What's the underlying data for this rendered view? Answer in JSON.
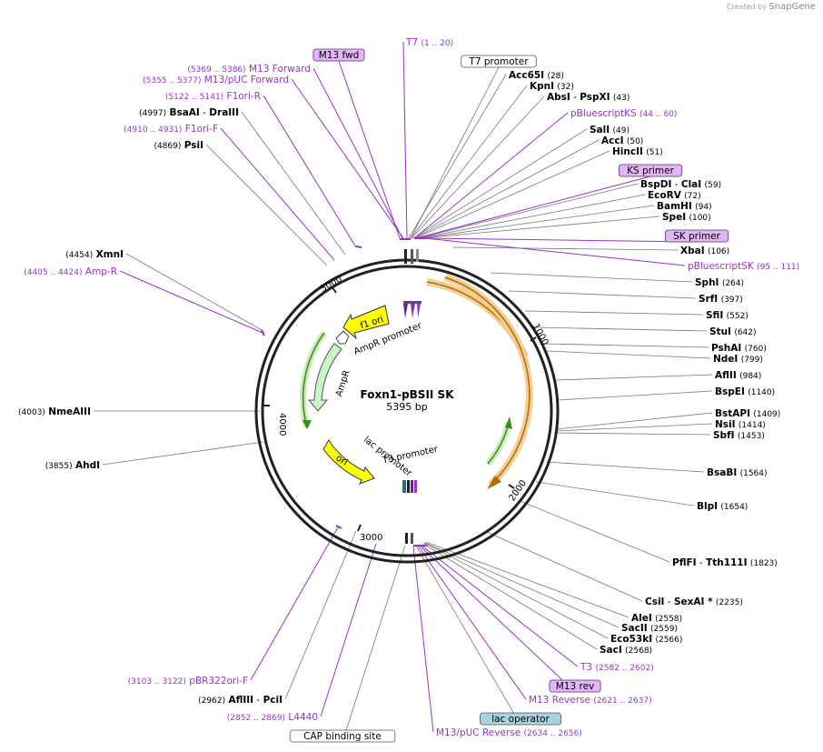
{
  "watermark": {
    "prefix": "Created by",
    "brand": "SnapGene"
  },
  "plasmid": {
    "name": "Foxn1-pBSII SK",
    "size_label": "5395 bp",
    "length": 5395
  },
  "ticks": [
    "1000",
    "2000",
    "3000",
    "4000",
    "5000"
  ],
  "colors": {
    "primer": "#9932cc",
    "primer_bg": "#e2b6f5",
    "gray_bg": "#ffffff",
    "operator_bg": "#a8d2dc",
    "enzyme": "#000000",
    "line": "#777777",
    "orange": "#e8a33c",
    "green": "#3a8a1c",
    "f1_yellow": "#ffff00",
    "ampr": "#c9f5c9",
    "backbone": "#222222"
  },
  "feature_labels": {
    "f1_ori": "f1 ori",
    "ampr_promoter": "AmpR promoter",
    "ampr": "AmpR",
    "ori": "ori",
    "lac_promoter": "lac promoter",
    "t3_promoter": "T3 promoter"
  },
  "labels": [
    {
      "kind": "primer-box",
      "name": "M13 fwd"
    },
    {
      "kind": "primer",
      "name": "T7",
      "range": "(1 .. 20)"
    },
    {
      "kind": "feature-box",
      "name": "T7 promoter"
    },
    {
      "kind": "primer",
      "name": "M13 Forward",
      "range": "(5369 .. 5386)"
    },
    {
      "kind": "primer",
      "name": "M13/pUC Forward",
      "range": "(5355 .. 5377)"
    },
    {
      "kind": "primer",
      "name": "F1ori-R",
      "range": "(5122 .. 5141)"
    },
    {
      "kind": "enzyme",
      "name": "BsaAI",
      "name2": "DraIII",
      "pos": "(4997)"
    },
    {
      "kind": "primer",
      "name": "F1ori-F",
      "range": "(4910 .. 4931)"
    },
    {
      "kind": "enzyme",
      "name": "PsiI",
      "pos": "(4869)"
    },
    {
      "kind": "enzyme",
      "name": "XmnI",
      "pos": "(4454)"
    },
    {
      "kind": "primer",
      "name": "Amp-R",
      "range": "(4405 .. 4424)"
    },
    {
      "kind": "enzyme",
      "name": "NmeAIII",
      "pos": "(4003)"
    },
    {
      "kind": "enzyme",
      "name": "AhdI",
      "pos": "(3855)"
    },
    {
      "kind": "primer",
      "name": "pBR322ori-F",
      "range": "(3103 .. 3122)"
    },
    {
      "kind": "enzyme",
      "name": "AflIII",
      "name2": "PciI",
      "pos": "(2962)"
    },
    {
      "kind": "primer",
      "name": "L4440",
      "range": "(2852 .. 2869)"
    },
    {
      "kind": "feature-box",
      "name": "CAP binding site"
    },
    {
      "kind": "primer",
      "name": "M13/pUC Reverse",
      "range": "(2634 .. 2656)"
    },
    {
      "kind": "operator-box",
      "name": "lac operator"
    },
    {
      "kind": "primer",
      "name": "M13 Reverse",
      "range": "(2621 .. 2637)"
    },
    {
      "kind": "primer-box",
      "name": "M13 rev"
    },
    {
      "kind": "primer",
      "name": "T3",
      "range": "(2582 .. 2602)"
    },
    {
      "kind": "enzyme",
      "name": "SacI",
      "pos": "(2568)"
    },
    {
      "kind": "enzyme",
      "name": "Eco53kI",
      "pos": "(2566)"
    },
    {
      "kind": "enzyme",
      "name": "SacII",
      "pos": "(2559)"
    },
    {
      "kind": "enzyme",
      "name": "AleI",
      "pos": "(2558)"
    },
    {
      "kind": "enzyme",
      "name": "CsiI",
      "name2": "SexAI *",
      "pos": "(2235)"
    },
    {
      "kind": "enzyme",
      "name": "PflFI",
      "name2": "Tth111I",
      "pos": "(1823)"
    },
    {
      "kind": "enzyme",
      "name": "BlpI",
      "pos": "(1654)"
    },
    {
      "kind": "enzyme",
      "name": "BsaBI",
      "pos": "(1564)"
    },
    {
      "kind": "enzyme",
      "name": "SbfI",
      "pos": "(1453)"
    },
    {
      "kind": "enzyme",
      "name": "NsiI",
      "pos": "(1414)"
    },
    {
      "kind": "enzyme",
      "name": "BstAPI",
      "pos": "(1409)"
    },
    {
      "kind": "enzyme",
      "name": "BspEI",
      "pos": "(1140)"
    },
    {
      "kind": "enzyme",
      "name": "AflII",
      "pos": "(984)"
    },
    {
      "kind": "enzyme",
      "name": "NdeI",
      "pos": "(799)"
    },
    {
      "kind": "enzyme",
      "name": "PshAI",
      "pos": "(760)"
    },
    {
      "kind": "enzyme",
      "name": "StuI",
      "pos": "(642)"
    },
    {
      "kind": "enzyme",
      "name": "SfiI",
      "pos": "(552)"
    },
    {
      "kind": "enzyme",
      "name": "SrfI",
      "pos": "(397)"
    },
    {
      "kind": "enzyme",
      "name": "SphI",
      "pos": "(264)"
    },
    {
      "kind": "primer",
      "name": "pBluescriptSK",
      "range": "(95 .. 111)"
    },
    {
      "kind": "enzyme",
      "name": "XbaI",
      "pos": "(106)"
    },
    {
      "kind": "primer-box",
      "name": "SK primer"
    },
    {
      "kind": "enzyme",
      "name": "SpeI",
      "pos": "(100)"
    },
    {
      "kind": "enzyme",
      "name": "BamHI",
      "pos": "(94)"
    },
    {
      "kind": "enzyme",
      "name": "EcoRV",
      "pos": "(72)"
    },
    {
      "kind": "enzyme",
      "name": "BspDI",
      "name2": "ClaI",
      "pos": "(59)"
    },
    {
      "kind": "primer-box",
      "name": "KS primer"
    },
    {
      "kind": "enzyme",
      "name": "HincII",
      "pos": "(51)"
    },
    {
      "kind": "enzyme",
      "name": "AccI",
      "pos": "(50)"
    },
    {
      "kind": "enzyme",
      "name": "SalI",
      "pos": "(49)"
    },
    {
      "kind": "primer",
      "name": "pBluescriptKS",
      "range": "(44 .. 60)"
    },
    {
      "kind": "enzyme",
      "name": "AbsI",
      "name2": "PspXI",
      "pos": "(43)"
    },
    {
      "kind": "enzyme",
      "name": "KpnI",
      "pos": "(32)"
    },
    {
      "kind": "enzyme",
      "name": "Acc65I",
      "pos": "(28)"
    }
  ]
}
